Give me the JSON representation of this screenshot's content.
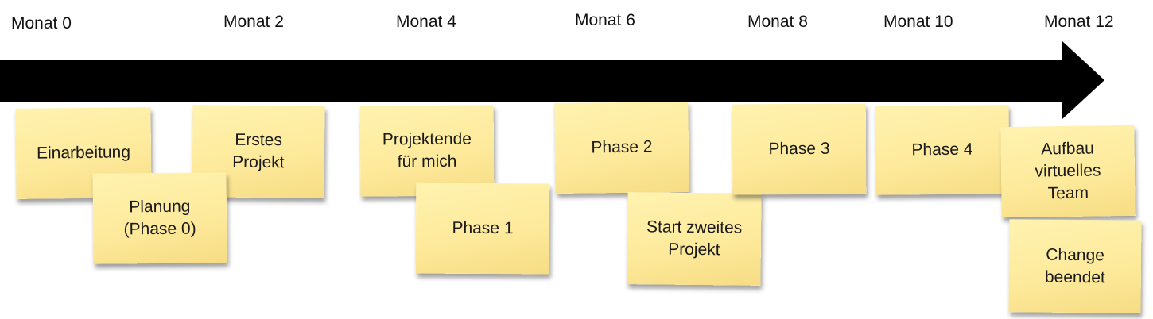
{
  "timeline": {
    "months": [
      "Monat 0",
      "Monat 2",
      "Monat 4",
      "Monat 6",
      "Monat 8",
      "Monat 10",
      "Monat 12"
    ]
  },
  "notes": [
    "Einarbeitung",
    "Planung\n(Phase 0)",
    "Erstes\nProjekt",
    "Projektende\nfür mich",
    "Phase 1",
    "Phase 2",
    "Start zweites\nProjekt",
    "Phase 3",
    "Phase 4",
    "Aufbau\nvirtuelles\nTeam",
    "Change\nbeendet"
  ],
  "colors": {
    "arrow": "#000000",
    "note": "#fde99a"
  }
}
